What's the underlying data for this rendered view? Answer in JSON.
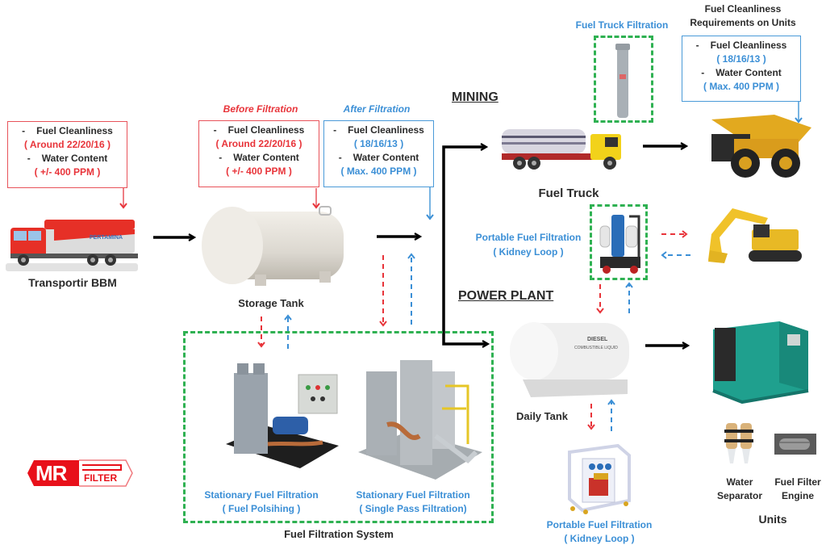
{
  "title": "Fuel Filtration Flow Diagram",
  "colors": {
    "before": "#e8343a",
    "after": "#3b8fd6",
    "filter_box": "#2fb152",
    "flow_arrow": "#000000",
    "logo": "#e8101a"
  },
  "source": {
    "name": "Transportir BBM",
    "truck_brand": "PERTAMINA",
    "spec": {
      "cleanliness_label": "Fuel Cleanliness",
      "cleanliness_value": "( Around 22/20/16 )",
      "water_label": "Water Content",
      "water_value": "( +/- 400 PPM )"
    }
  },
  "storage": {
    "name": "Storage Tank",
    "before_heading": "Before Filtration",
    "after_heading": "After Filtration",
    "before_spec": {
      "cleanliness_label": "Fuel Cleanliness",
      "cleanliness_value": "( Around 22/20/16 )",
      "water_label": "Water Content",
      "water_value": "( +/- 400 PPM )"
    },
    "after_spec": {
      "cleanliness_label": "Fuel Cleanliness",
      "cleanliness_value": "( 18/16/13 )",
      "water_label": "Water Content",
      "water_value": "( Max. 400 PPM )"
    }
  },
  "filtration_system": {
    "name": "Fuel Filtration System",
    "units": [
      {
        "title": "Stationary Fuel Filtration",
        "subtitle": "( Fuel Polsihing )"
      },
      {
        "title": "Stationary Fuel Filtration",
        "subtitle": "( Single Pass Filtration)"
      }
    ]
  },
  "mining": {
    "section_title": "MINING",
    "fuel_truck": "Fuel Truck",
    "fuel_truck_filtration": "Fuel Truck Filtration",
    "portable_filtration": {
      "title": "Portable Fuel Filtration",
      "subtitle": "( Kidney Loop )"
    },
    "requirements_heading_1": "Fuel Cleanliness",
    "requirements_heading_2": "Requirements on Units",
    "requirements_spec": {
      "cleanliness_label": "Fuel Cleanliness",
      "cleanliness_value": "( 18/16/13 )",
      "water_label": "Water Content",
      "water_value": "( Max. 400 PPM )"
    }
  },
  "power_plant": {
    "section_title": "POWER PLANT",
    "daily_tank": "Daily Tank",
    "tank_marking_1": "DIESEL",
    "tank_marking_2": "COMBUSTIBLE LIQUID",
    "portable_filtration": {
      "title": "Portable Fuel Filtration",
      "subtitle": "( Kidney Loop )"
    }
  },
  "units": {
    "heading": "Units",
    "water_separator_1": "Water",
    "water_separator_2": "Separator",
    "fuel_filter_1": "Fuel Filter",
    "fuel_filter_2": "Engine"
  },
  "logo": {
    "left": "MR",
    "right": "FILTER"
  },
  "dash": "-"
}
